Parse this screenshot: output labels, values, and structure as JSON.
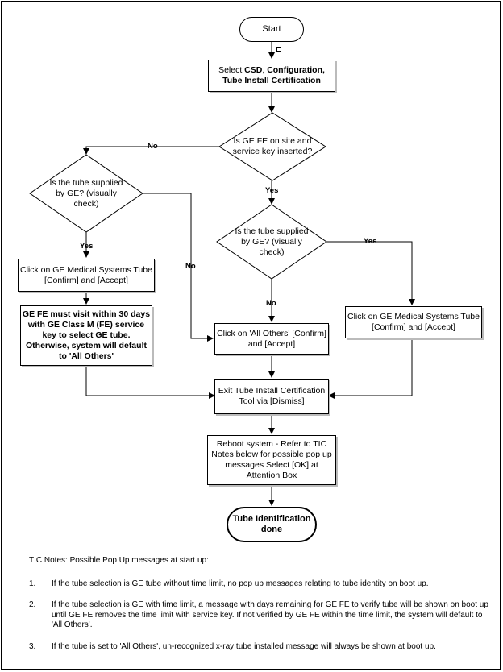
{
  "flow": {
    "start": "Start",
    "select": {
      "pre": "Select ",
      "bold1": "CSD",
      "mid": ", ",
      "bold2": "Configuration, Tube Install Certification"
    },
    "q_fe": "Is GE FE on site and service key inserted?",
    "q_left_supplied": "Is the tube supplied by GE? (visually check)",
    "q_mid_supplied": "Is the tube supplied by GE? (visually check)",
    "left_click": "Click on GE Medical Systems Tube [Confirm] and [Accept]",
    "left_warning": "GE FE must visit within 30 days with GE Class M (FE) service key to select GE tube.  Otherwise, system will default to 'All Others'",
    "all_others": "Click on 'All Others' [Confirm] and [Accept]",
    "right_click": "Click on GE Medical Systems Tube [Confirm] and [Accept]",
    "exit": "Exit Tube Install Certification Tool via [Dismiss]",
    "reboot": "Reboot system - Refer to TIC Notes below for possible pop up messages Select [OK] at Attention Box",
    "done": "Tube Identification done",
    "labels": {
      "no_top": "No",
      "yes_center": "Yes",
      "yes_left": "Yes",
      "no_left": "No",
      "no_mid": "No",
      "yes_right": "Yes"
    }
  },
  "notes": {
    "heading": "TIC Notes:  Possible Pop Up messages at start up:",
    "items": [
      {
        "num": "1.",
        "text": "If the tube selection is GE tube without time limit,  no pop up messages relating to tube identity on boot up."
      },
      {
        "num": "2.",
        "text": "If the tube selection is GE with time limit, a message with days remaining for GE FE to verify tube will be shown on boot up until GE FE removes the time limit with service key.  If not verified by GE FE within the time limit, the system will default to 'All Others'."
      },
      {
        "num": "3.",
        "text": "If the tube is set to 'All Others', un-recognized x-ray tube installed message will always be shown at boot up."
      }
    ]
  }
}
